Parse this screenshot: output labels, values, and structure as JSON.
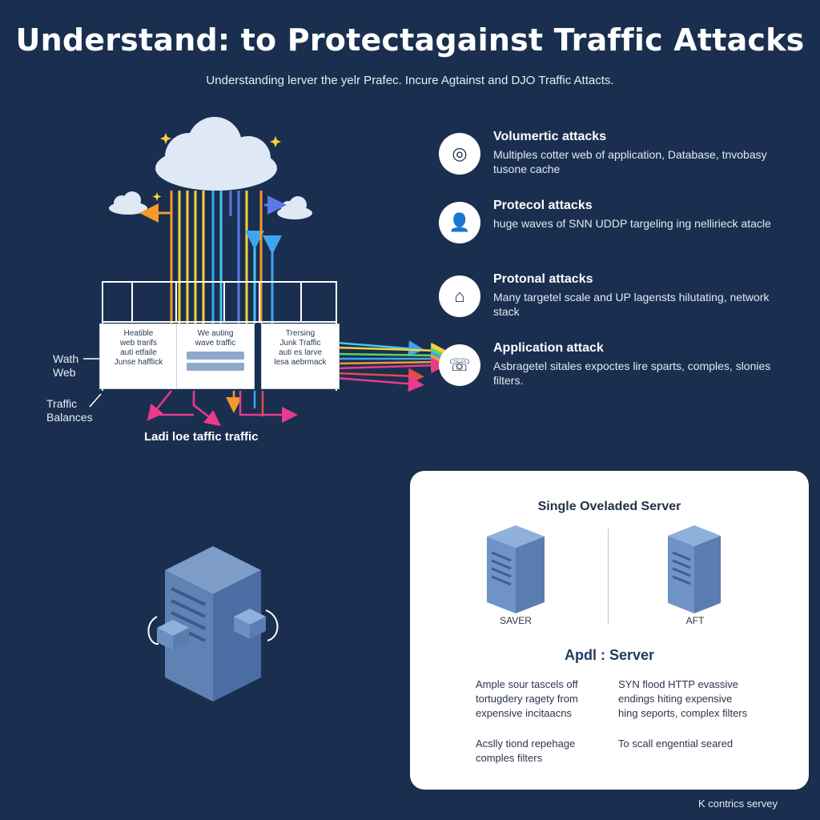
{
  "header": {
    "title": "Understand: to Protectagainst Traffic Attacks",
    "subtitle": "Understanding lerver the yelr Prafec. Incure Agtainst and DJO Traffic Attacts."
  },
  "diagram": {
    "left_labels": {
      "web": "Wath\nWeb",
      "traffic": "Traffic\nBalances"
    },
    "bottom_caption": "Ladi loe taffic traffic",
    "balancers": [
      {
        "text": "Heatible\nweb trarifs\nauti etfaile\nJunse hafflick"
      },
      {
        "text": "We auting\nwave traffic"
      },
      {
        "text": "Trersing\nJunk Traffic\nauti es larve\nlesa aebrmack"
      }
    ],
    "colors": {
      "orange": "#f39a2b",
      "yellow": "#f6d338",
      "green": "#5fd35f",
      "blue": "#3ea6f0",
      "cyan": "#46c6f2",
      "navy": "#5a78e8",
      "pink": "#e83b8c",
      "red": "#e64a4a"
    }
  },
  "attacks": [
    {
      "icon": "target-icon",
      "glyph": "◎",
      "title": "Volumertic attacks",
      "desc": "Multiples cotter web of application, Database, tnvobasy tusone cache"
    },
    {
      "icon": "user-icon",
      "glyph": "👤",
      "title": "Protecol attacks",
      "desc": "huge waves of SNN UDDP targeling ing nellirieck atacle"
    },
    {
      "icon": "house-icon",
      "glyph": "⌂",
      "title": "Protonal attacks",
      "desc": "Many targetel scale and UP lagensts hilutating, network stack"
    },
    {
      "icon": "phone-icon",
      "glyph": "☏",
      "title": "Application attack",
      "desc": "Asbragetel sitales expoctes lire sparts, comples, slonies filters."
    }
  ],
  "panel": {
    "title": "Single Oveladed Server",
    "left_server_label": "SAVER",
    "right_server_label": "AFT",
    "subtitle": "Apdl : Server",
    "texts": [
      "Ample sour tascels off\ntortugdery ragety from\nexpensive incitaacns",
      "SYN flood HTTP evassive\nendings hiting expensive\nhing seports, complex filters",
      "Acslly tiond repehage\ncomples filters",
      "To scall engential seared"
    ]
  },
  "footer": "K contrics servey"
}
